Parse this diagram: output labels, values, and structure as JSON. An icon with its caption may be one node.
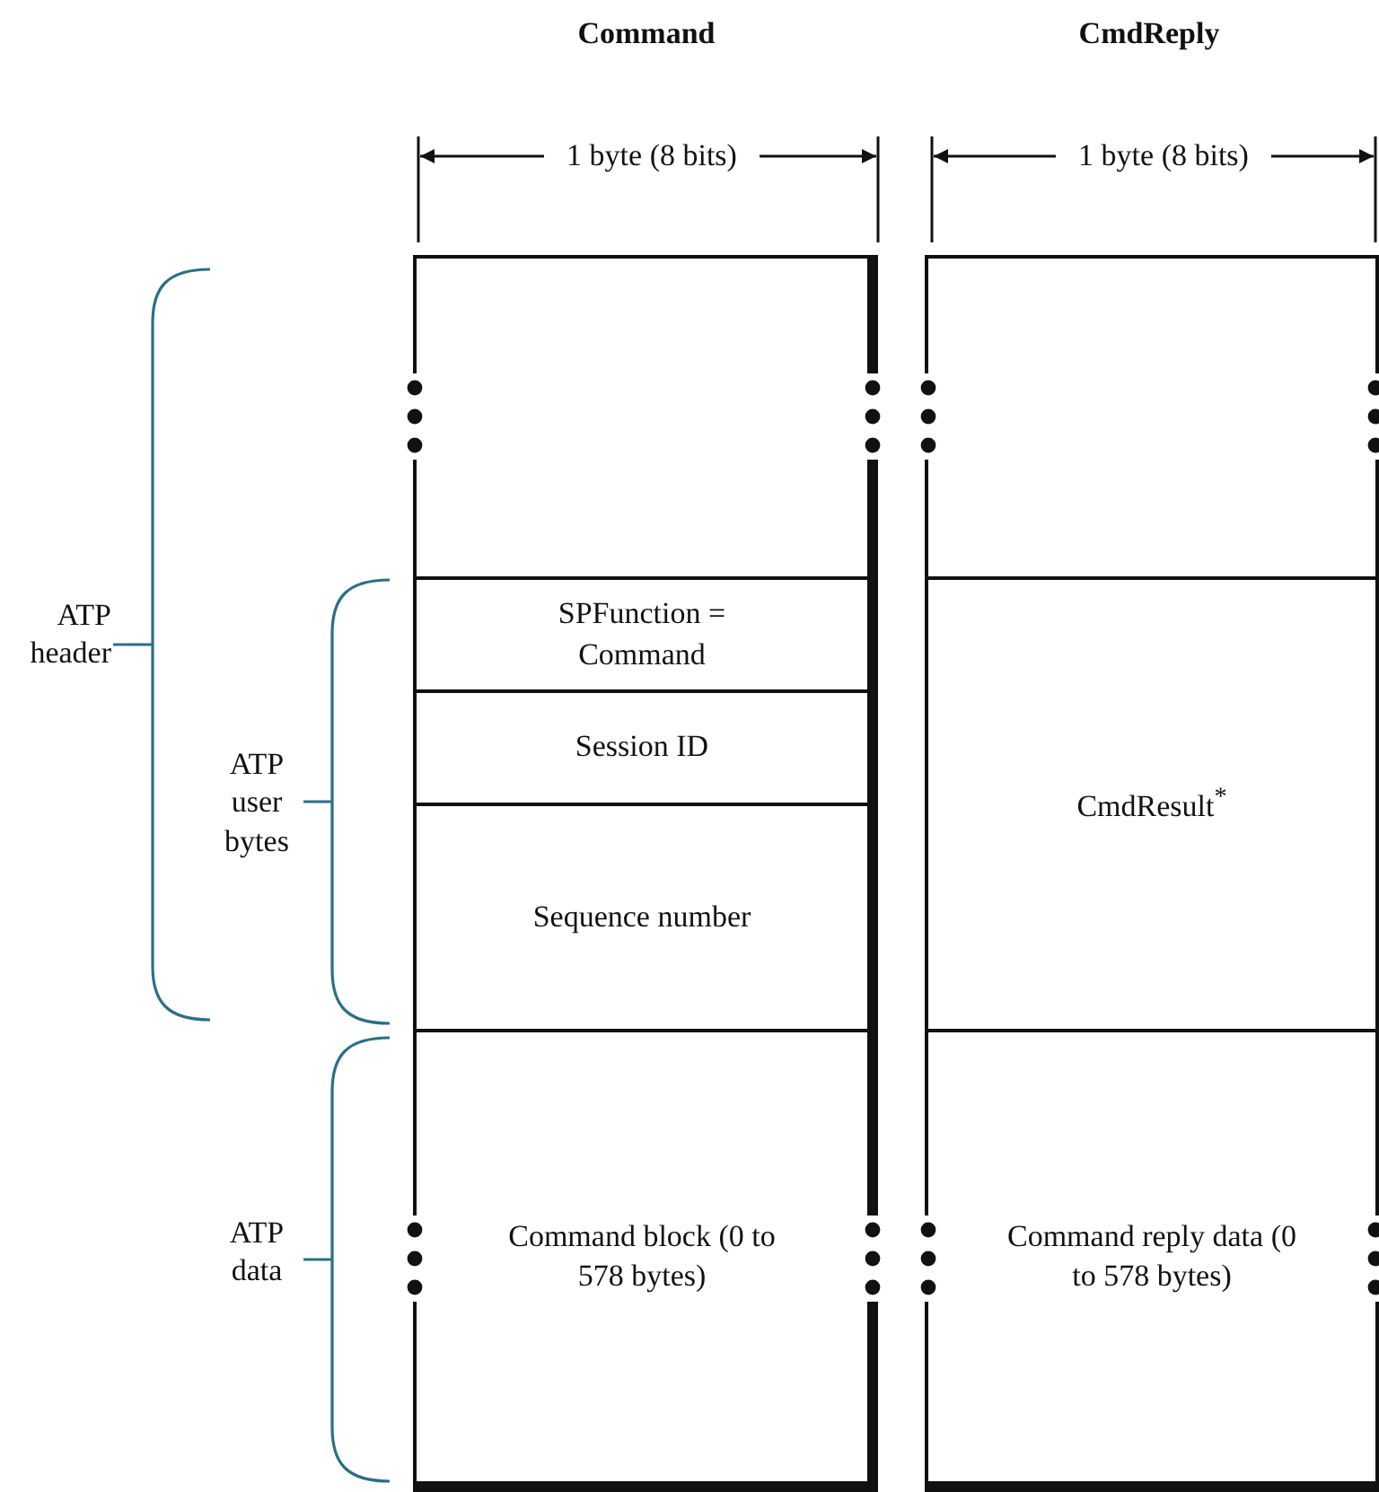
{
  "diagram": {
    "nodes": [
      {
        "text": [],
        "shape": "box"
      },
      {
        "text": [
          "SPFunction = Command"
        ]
      },
      {
        "text": [
          "Session ID"
        ]
      },
      {
        "text": [
          "Sequence number"
        ]
      },
      {
        "text": [
          "Command block (0 to 578 bytes)"
        ]
      },
      {
        "text": [],
        "shape": "box"
      },
      {
        "text": [
          "CmdResult$^{*}$"
        ]
      },
      {
        "text": [
          "Command reply data (0 to 578 bytes)"
        ]
      }
    ],
    "labels": [
      "Command",
      "CmdReply",
      "1 byte (8 bits)",
      "1 byte (8 bits)",
      "ATP header",
      "ATP user bytes",
      "ATP data"
    ]
  }
}
